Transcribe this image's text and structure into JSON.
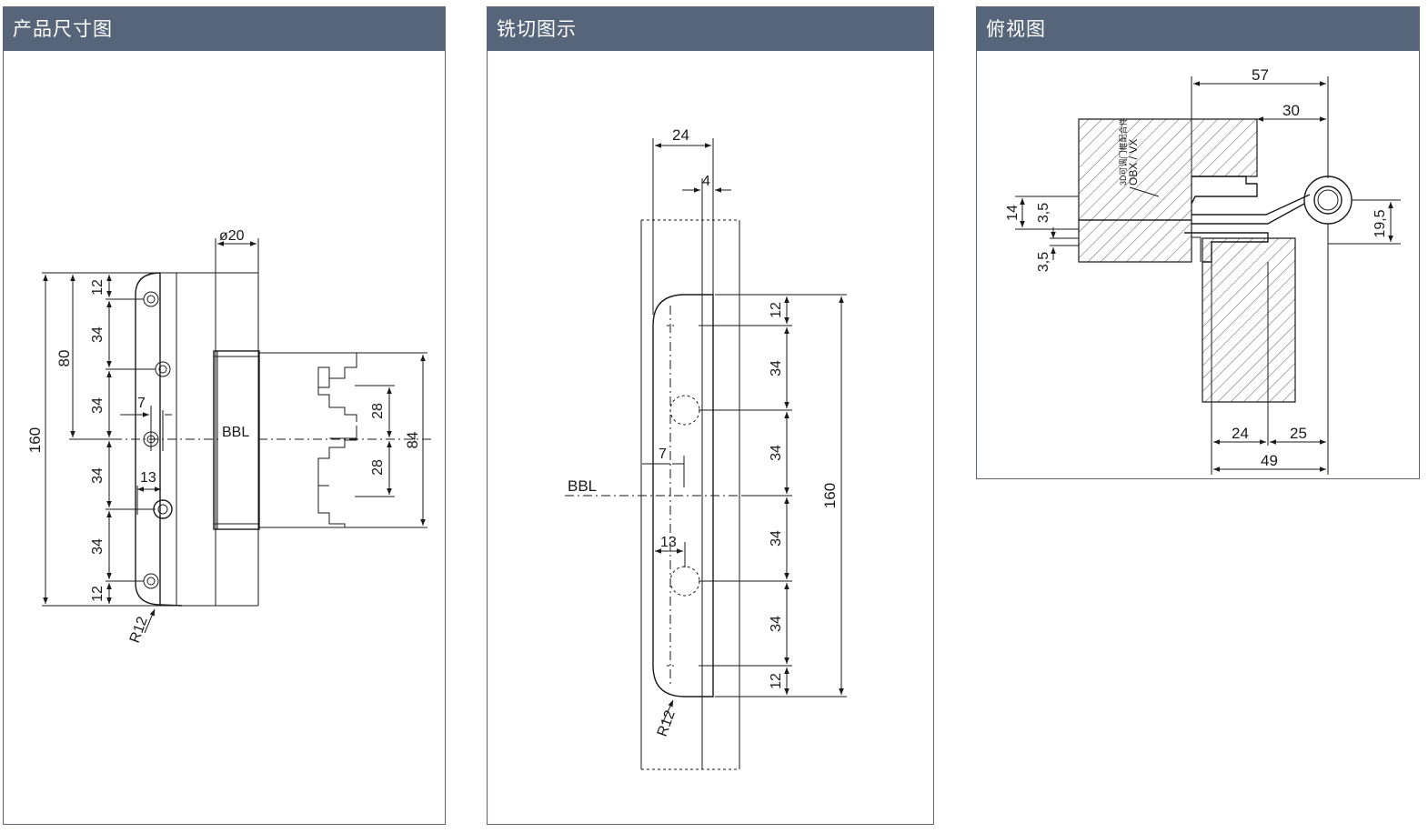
{
  "panels": {
    "product": {
      "title": "产品尺寸图"
    },
    "milling": {
      "title": "铣切图示"
    },
    "top": {
      "title": "俯视图"
    }
  },
  "product_dims": {
    "d20": "ø20",
    "v12a": "12",
    "v34a": "34",
    "v34b": "34",
    "v34c": "34",
    "v34d": "34",
    "v12b": "12",
    "h80": "80",
    "h160": "160",
    "d7": "7",
    "d13": "13",
    "bbl": "BBL",
    "d28a": "28",
    "d28b": "28",
    "d84": "84",
    "r12": "R12"
  },
  "milling_dims": {
    "d24": "24",
    "d4": "4",
    "v12a": "12",
    "v34a": "34",
    "v34b": "34",
    "v34c": "34",
    "v34d": "34",
    "v12b": "12",
    "d160": "160",
    "d7": "7",
    "d13": "13",
    "bbl": "BBL",
    "r12": "R12"
  },
  "top_dims": {
    "d57": "57",
    "d30": "30",
    "d14": "14",
    "d35a": "3,5",
    "d35b": "3,5",
    "d195": "19,5",
    "d24": "24",
    "d25": "25",
    "d49": "49",
    "note1": "3D可调门框配合件",
    "note2": "OBX / VX"
  }
}
